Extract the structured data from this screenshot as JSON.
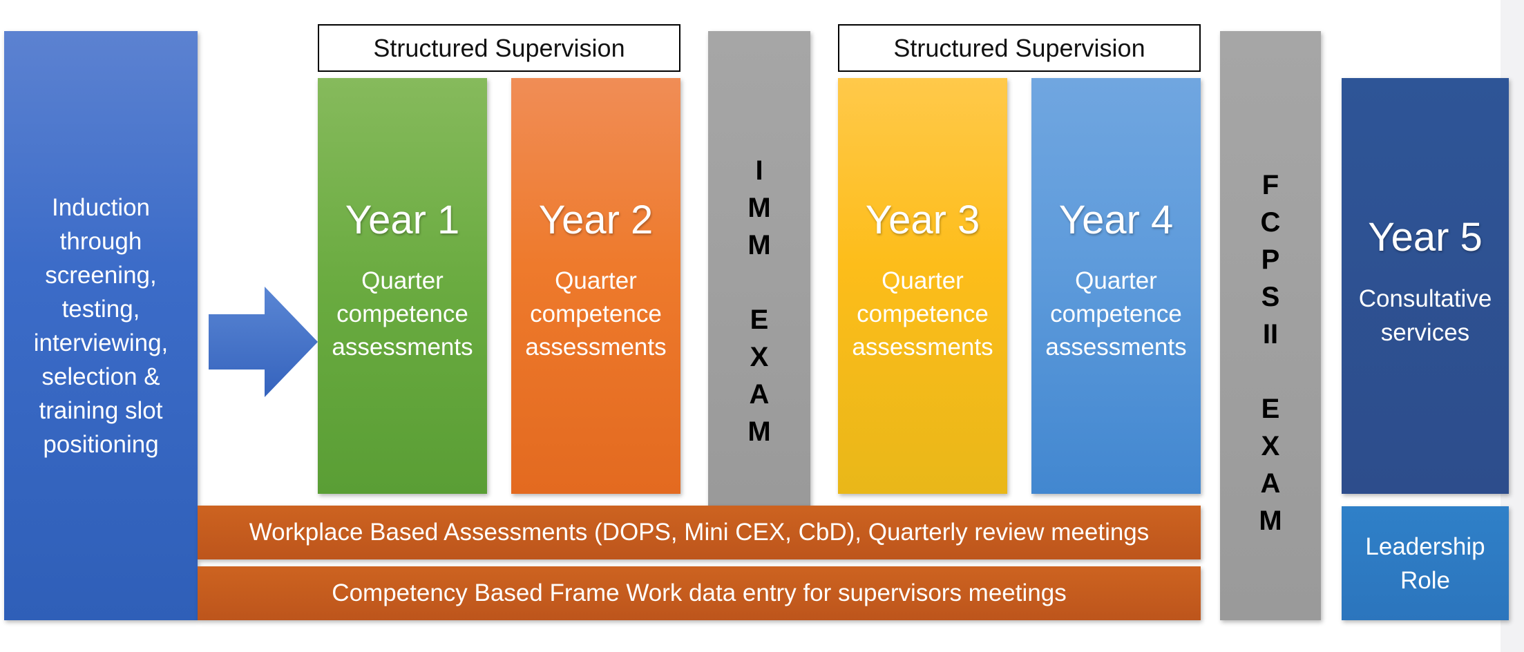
{
  "induction": {
    "lines": [
      "Induction",
      "through",
      "screening,",
      "testing,",
      "interviewing,",
      "selection &",
      "training slot",
      "positioning"
    ]
  },
  "supervision_headers": [
    "Structured Supervision",
    "Structured Supervision"
  ],
  "years": [
    {
      "title": "Year 1",
      "desc": [
        "Quarter",
        "competence",
        "assessments"
      ],
      "color": "#6aab40"
    },
    {
      "title": "Year 2",
      "desc": [
        "Quarter",
        "competence",
        "assessments"
      ],
      "color": "#ee7a2c"
    },
    {
      "title": "Year 3",
      "desc": [
        "Quarter",
        "competence",
        "assessments"
      ],
      "color": "#fdbd1a"
    },
    {
      "title": "Year 4",
      "desc": [
        "Quarter",
        "competence",
        "assessments"
      ],
      "color": "#5e9bdb"
    },
    {
      "title": "Year 5",
      "desc": [
        "Consultative",
        "services"
      ],
      "color": "#2d4d8c"
    }
  ],
  "exams": {
    "imm": [
      "I",
      "M",
      "M",
      "",
      "E",
      "X",
      "A",
      "M"
    ],
    "fcps": [
      "F",
      "C",
      "P",
      "S",
      "II",
      "",
      "E",
      "X",
      "A",
      "M"
    ]
  },
  "leadership": [
    "Leadership",
    "Role"
  ],
  "bands": {
    "workplace": "Workplace Based Assessments (DOPS, Mini CEX, CbD), Quarterly review meetings",
    "competency": "Competency Based Frame Work data entry for supervisors meetings"
  },
  "colors": {
    "exam_gray": "#9a9a9a",
    "band_orange": "#c55a1c",
    "induction_blue": "#3c6cc8",
    "arrow_blue": "#4472c4"
  }
}
